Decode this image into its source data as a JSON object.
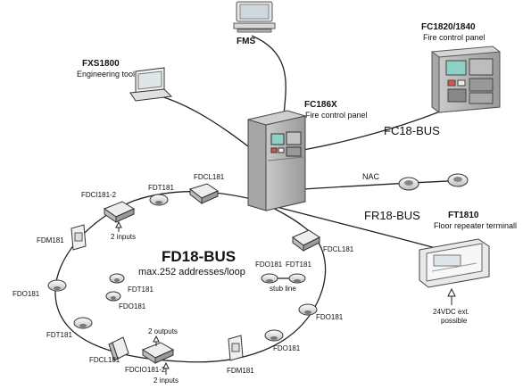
{
  "nodes": {
    "fms": {
      "label": "FMS"
    },
    "fxs1800": {
      "title": "FXS1800",
      "subtitle": "Engineering tool"
    },
    "fc1820": {
      "title": "FC1820/1840",
      "subtitle": "Fire control panel"
    },
    "fc186x": {
      "title": "FC186X",
      "subtitle": "Fire control panel"
    },
    "ft1810": {
      "title": "FT1810",
      "subtitle": "Floor repeater terminall",
      "note_line1": "24VDC ext.",
      "note_line2": "possible"
    }
  },
  "buses": {
    "fc18": "FC18-BUS",
    "fr18": "FR18-BUS",
    "nac": "NAC",
    "fd18": "FD18-BUS",
    "fd18_sub": "max.252 addresses/loop"
  },
  "loop_devices": [
    {
      "id": "fdcl181-top",
      "label": "FDCL181"
    },
    {
      "id": "fdt181-top",
      "label": "FDT181"
    },
    {
      "id": "fdci181-2",
      "label": "FDCI181-2",
      "note": "2 inputs"
    },
    {
      "id": "fdm181-left",
      "label": "FDM181"
    },
    {
      "id": "fdo181-left",
      "label": "FDO181"
    },
    {
      "id": "fdt181-left",
      "label": "FDT181"
    },
    {
      "id": "fdcl181-bottom",
      "label": "FDCL181"
    },
    {
      "id": "fdcio181-2",
      "label": "FDCIO181-2",
      "note_out": "2 outputs",
      "note_in": "2 inputs"
    },
    {
      "id": "fdm181-bottom",
      "label": "FDM181"
    },
    {
      "id": "fdo181-bottom",
      "label": "FDO181"
    },
    {
      "id": "fdo181-right",
      "label": "FDO181"
    },
    {
      "id": "fdcl181-right",
      "label": "FDCL181"
    }
  ],
  "stub": {
    "label": "stub line",
    "devices": [
      "FDT181",
      "FDO181"
    ],
    "left_label": "FDO181",
    "right_label": "FDT181"
  },
  "inner_labels": {
    "fdt181": "FDT181",
    "fdo181": "FDO181"
  }
}
